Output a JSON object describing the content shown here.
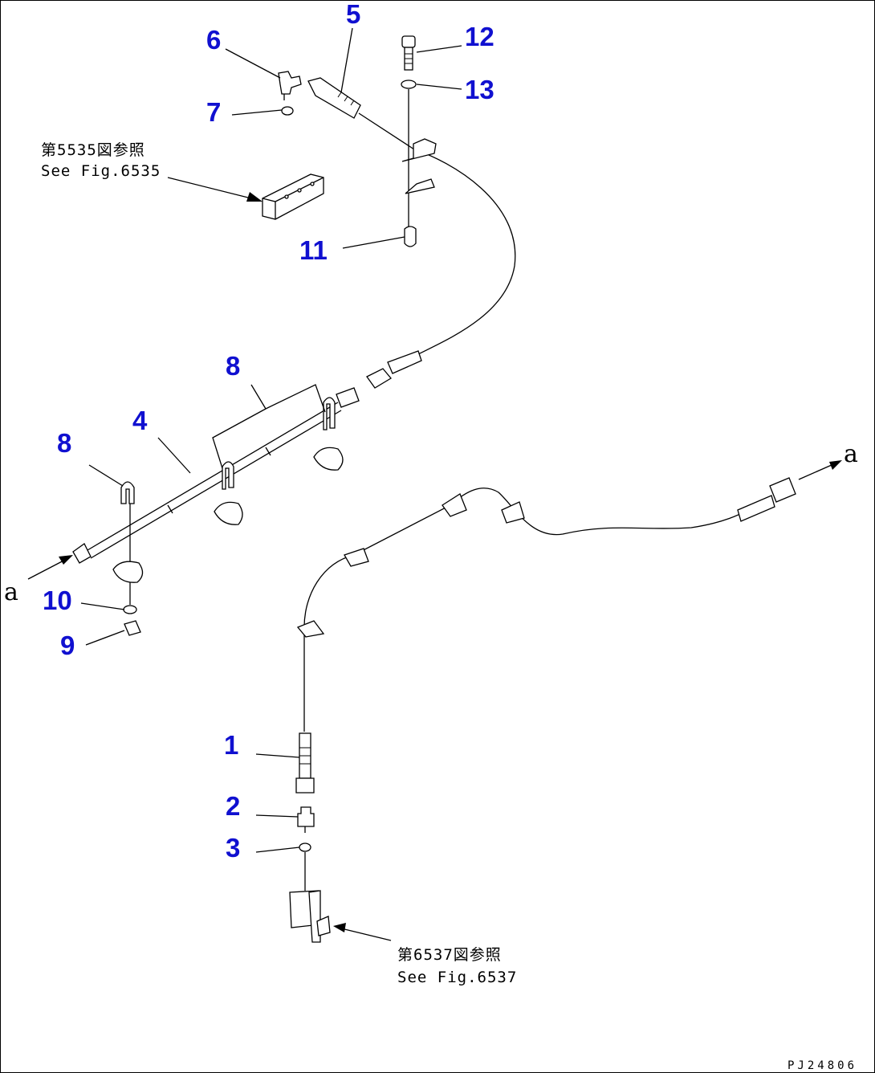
{
  "callouts": [
    "1",
    "2",
    "3",
    "4",
    "5",
    "6",
    "7",
    "8",
    "8",
    "9",
    "10",
    "11",
    "12",
    "13"
  ],
  "refs": {
    "top_jp": "第5535図参照",
    "top_en": "See Fig.6535",
    "bottom_jp": "第6537図参照",
    "bottom_en": "See Fig.6537"
  },
  "connector_letter_right": "a",
  "connector_letter_left": "a",
  "drawing_code": "PJ24806",
  "colors": {
    "callout": "#1010d0",
    "line": "#000000"
  }
}
